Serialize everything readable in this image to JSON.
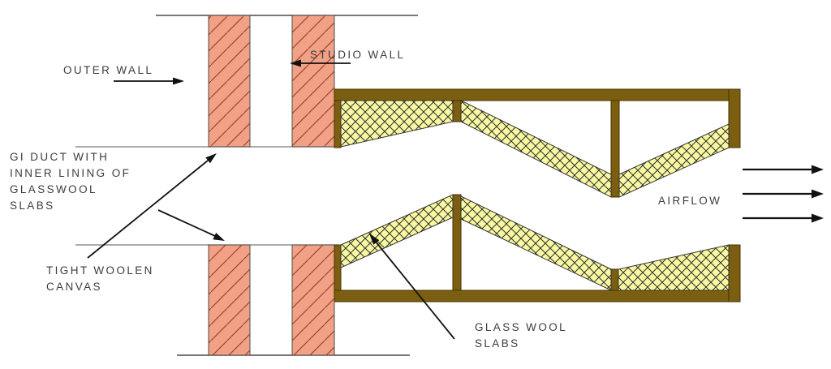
{
  "diagram": {
    "type": "studio-duct-silencer-cross-section",
    "labels": {
      "outer_wall": "OUTER WALL",
      "studio_wall": "STUDIO WALL",
      "gi_duct_lines": [
        "GI DUCT WITH",
        "INNER LINING OF",
        "GLASSWOOL",
        "SLABS"
      ],
      "tight_woolen_lines": [
        "TIGHT WOOLEN",
        "CANVAS"
      ],
      "glass_wool_lines": [
        "GLASS WOOL",
        "SLABS"
      ],
      "airflow": "AIRFLOW"
    },
    "colors": {
      "wall_fill": "#F1A185",
      "wall_hatch": "#A5442C",
      "wall_border": "#4D4D4D",
      "casing": "#7B5E10",
      "casing_border": "#443300",
      "slab_fill": "#F9F9A2",
      "slab_hatch": "#2E2E2E",
      "slab_border": "#333333",
      "arrow": "#111111",
      "text": "#3D3D3D",
      "boundary_line": "#4A4A4A",
      "duct_line": "#7A7A7A"
    }
  }
}
